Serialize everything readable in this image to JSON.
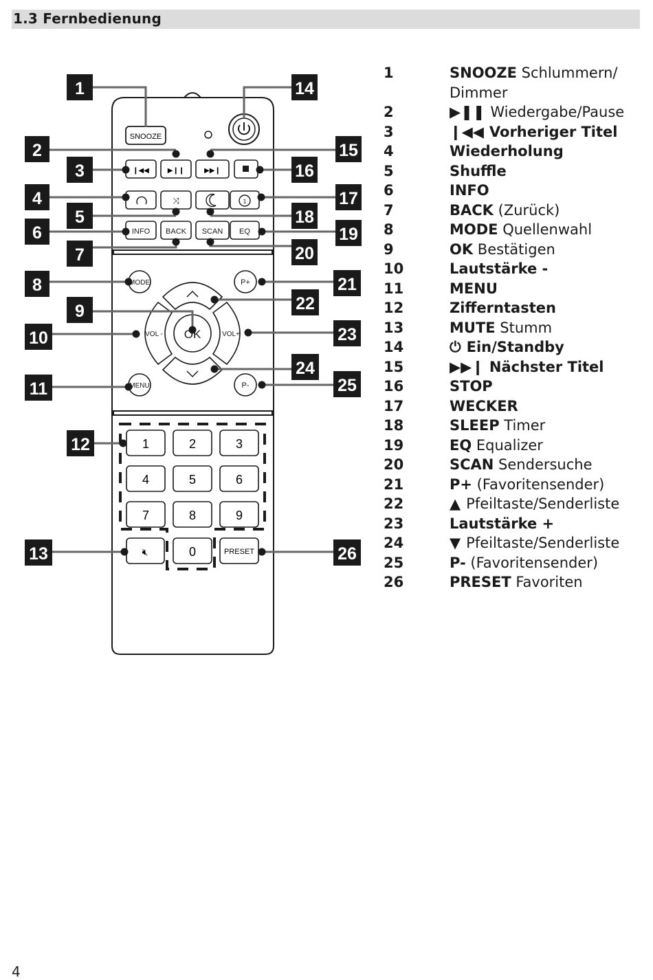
{
  "section_title": "1.3 Fernbedienung",
  "page_number": "4",
  "remote": {
    "button_labels": {
      "snooze": "SNOOZE",
      "info": "INFO",
      "back": "BACK",
      "scan": "SCAN",
      "eq": "EQ",
      "mode": "MODE",
      "p_plus": "P+",
      "p_minus": "P-",
      "vol_minus": "VOL -",
      "vol_plus": "VOL+",
      "ok": "OK",
      "menu": "MENU",
      "preset": "PRESET",
      "digits": [
        "1",
        "2",
        "3",
        "4",
        "5",
        "6",
        "7",
        "8",
        "9",
        "0"
      ]
    },
    "callouts": [
      "1",
      "2",
      "3",
      "4",
      "5",
      "6",
      "7",
      "8",
      "9",
      "10",
      "11",
      "12",
      "13",
      "14",
      "15",
      "16",
      "17",
      "18",
      "19",
      "20",
      "21",
      "22",
      "23",
      "24",
      "25",
      "26"
    ]
  },
  "legend": [
    {
      "num": "1",
      "glyph": "",
      "bold": "SNOOZE",
      "rest": "Schlummern/ Dimmer"
    },
    {
      "num": "2",
      "glyph": "▶❚❚",
      "bold": "",
      "rest": "Wiedergabe/Pause"
    },
    {
      "num": "3",
      "glyph": "❙◀◀",
      "bold": "Vorheriger Titel",
      "rest": ""
    },
    {
      "num": "4",
      "glyph": "",
      "bold": "Wiederholung",
      "rest": ""
    },
    {
      "num": "5",
      "glyph": "",
      "bold": "Shuffle",
      "rest": ""
    },
    {
      "num": "6",
      "glyph": "",
      "bold": "INFO",
      "rest": ""
    },
    {
      "num": "7",
      "glyph": "",
      "bold": "BACK",
      "rest": "(Zurück)"
    },
    {
      "num": "8",
      "glyph": "",
      "bold": "MODE",
      "rest": "Quellenwahl"
    },
    {
      "num": "9",
      "glyph": "",
      "bold": "OK",
      "rest": "Bestätigen"
    },
    {
      "num": "10",
      "glyph": "",
      "bold": "Lautstärke -",
      "rest": ""
    },
    {
      "num": "11",
      "glyph": "",
      "bold": "MENU",
      "rest": ""
    },
    {
      "num": "12",
      "glyph": "",
      "bold": "Zifferntasten",
      "rest": ""
    },
    {
      "num": "13",
      "glyph": "",
      "bold": "MUTE",
      "rest": "Stumm"
    },
    {
      "num": "14",
      "glyph": "⏻",
      "bold": "Ein/Standby",
      "rest": ""
    },
    {
      "num": "15",
      "glyph": "▶▶❙",
      "bold": "Nächster Titel",
      "rest": ""
    },
    {
      "num": "16",
      "glyph": "",
      "bold": "STOP",
      "rest": ""
    },
    {
      "num": "17",
      "glyph": "",
      "bold": "WECKER",
      "rest": ""
    },
    {
      "num": "18",
      "glyph": "",
      "bold": "SLEEP",
      "rest": "Timer"
    },
    {
      "num": "19",
      "glyph": "",
      "bold": "EQ",
      "rest": "Equalizer"
    },
    {
      "num": "20",
      "glyph": "",
      "bold": "SCAN",
      "rest": "Sendersuche"
    },
    {
      "num": "21",
      "glyph": "",
      "bold": "P+",
      "rest": "(Favoritensender)"
    },
    {
      "num": "22",
      "glyph": "▲",
      "bold": "",
      "rest": "Pfeiltaste/Senderliste"
    },
    {
      "num": "23",
      "glyph": "",
      "bold": "Lautstärke +",
      "rest": ""
    },
    {
      "num": "24",
      "glyph": "▼",
      "bold": "",
      "rest": "Pfeiltaste/Senderliste"
    },
    {
      "num": "25",
      "glyph": "",
      "bold": "P-",
      "rest": "(Favoritensender)"
    },
    {
      "num": "26",
      "glyph": "",
      "bold": "PRESET",
      "rest": "Favoriten"
    }
  ]
}
